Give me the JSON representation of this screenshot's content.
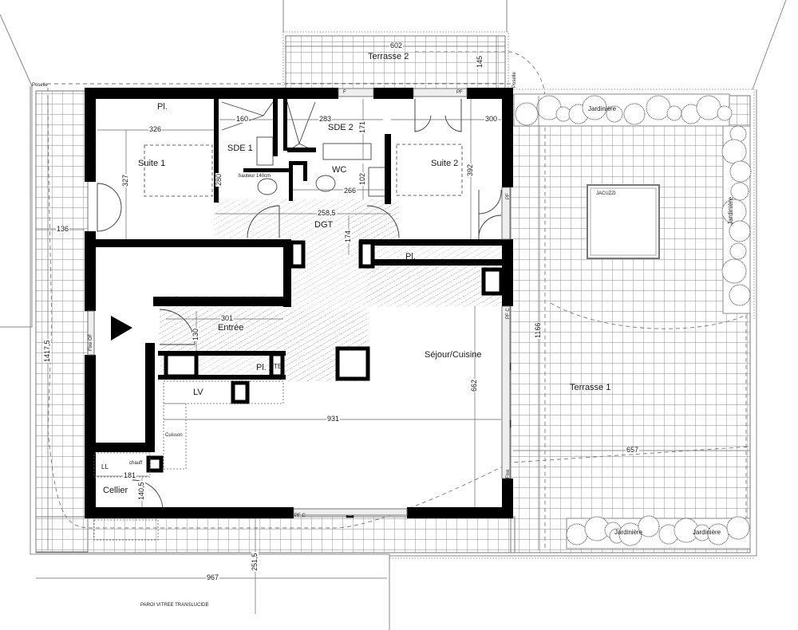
{
  "plan": {
    "colors": {
      "wall": "#000000",
      "grid": "#8a8a8a",
      "hatch": "#9a9a9a",
      "background": "#ffffff",
      "text": "#1a1a1a"
    },
    "rooms": {
      "suite1": "Suite 1",
      "suite2": "Suite 2",
      "sde1": "SDE 1",
      "sde2": "SDE 2",
      "wc": "WC",
      "dgt": "DGT",
      "entree": "Entrée",
      "sejour": "Séjour/Cuisine",
      "cellier": "Cellier",
      "terrasse1": "Terrasse 1",
      "terrasse2": "Terrasse 2",
      "jacuzzi": "JACUZZI"
    },
    "fixtures": {
      "pl_suite1": "Pl.",
      "pl_sejour": "Pl.",
      "pl_entree": "Pl.",
      "lv": "LV",
      "ll": "LL",
      "cuisson": "Cuisson",
      "chauff": "chauff",
      "te": "TE",
      "hauteur": "hauteur 140cm",
      "jardiniere_top": "Jardinière",
      "jardiniere_right": "Jardinière",
      "jardiniere_bottom1": "Jardinière",
      "jardiniere_bottom2": "Jardinière",
      "paroi": "PAROI VITREE TRANSLUCIDE",
      "poselle_left": "Poselle",
      "poselle_right": "Poselle"
    },
    "openings": {
      "f_top": "F",
      "pf_top": "PF",
      "pf_right1": "PF",
      "pf_c_right": "PF C",
      "fixe_right": "Fixe",
      "pf_c_bottom": "PF C",
      "left_window": "Fixe   OF"
    },
    "dimensions": {
      "d326": "326",
      "d327": "327",
      "d160": "160",
      "d280": "280",
      "d283": "283",
      "d171": "171",
      "d102": "102",
      "d266": "266",
      "d300": "300",
      "d392": "392",
      "d258": "258,5",
      "d174": "174",
      "d301": "301",
      "d130": "130",
      "d602": "602",
      "d145": "145",
      "d136": "136",
      "d1417": "1417,5",
      "d931": "931",
      "d662": "662",
      "d181": "181",
      "d140": "140,5",
      "d1166": "1166",
      "d657": "657",
      "d967": "967",
      "d251": "251,5"
    }
  }
}
